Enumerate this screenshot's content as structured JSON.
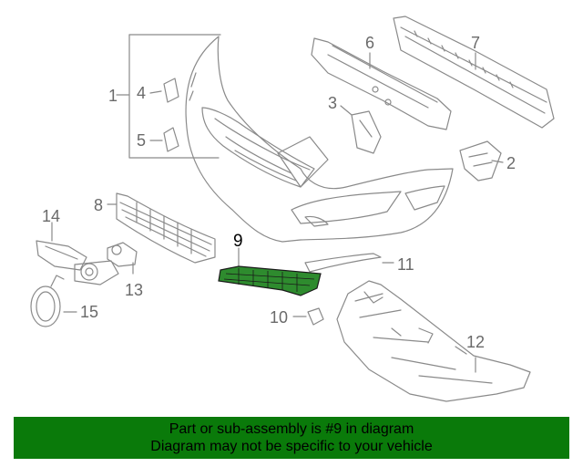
{
  "callouts": {
    "c1": "1",
    "c2": "2",
    "c3": "3",
    "c4": "4",
    "c5": "5",
    "c6": "6",
    "c7": "7",
    "c8": "8",
    "c9": "9",
    "c10": "10",
    "c11": "11",
    "c12": "12",
    "c13": "13",
    "c14": "14",
    "c15": "15"
  },
  "highlighted_part": "9",
  "colors": {
    "highlight": "#1f7a1f",
    "banner": "#0a7a0a",
    "line": "#8a8a8a"
  },
  "banner": {
    "line1": "Part or sub-assembly is #9 in diagram",
    "line2": "Diagram may not be specific to your vehicle"
  }
}
